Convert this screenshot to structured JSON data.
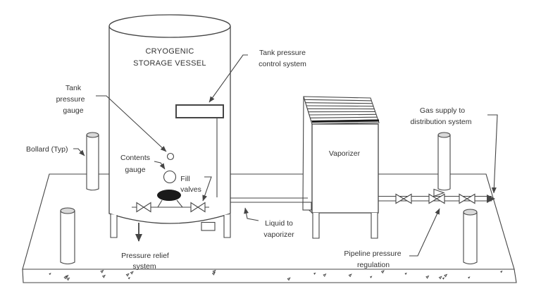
{
  "diagram_type": "cryogenic-storage-vessel-installation",
  "labels": {
    "vessel": [
      "CRYOGENIC",
      "STORAGE VESSEL"
    ],
    "tank_pressure_control": [
      "Tank pressure",
      "control system"
    ],
    "tank_pressure_gauge": [
      "Tank",
      "pressure",
      "gauge"
    ],
    "bollard": "Bollard (Typ)",
    "contents_gauge": [
      "Contents",
      "gauge"
    ],
    "fill_valves": [
      "Fill",
      "valves"
    ],
    "vaporizer": "Vaporizer",
    "gas_supply": [
      "Gas supply to",
      "distribution  system"
    ],
    "liquid_to_vaporizer": [
      "Liquid to",
      "vaporizer"
    ],
    "pressure_relief": [
      "Pressure relief",
      "system"
    ],
    "pipeline_regulation": [
      "Pipeline pressure",
      "regulation"
    ]
  },
  "colors": {
    "line": "#454545",
    "text": "#333333",
    "fill_connection": "#1a1a1a",
    "background": "#ffffff",
    "bollard_top": "#d9d9d9"
  }
}
